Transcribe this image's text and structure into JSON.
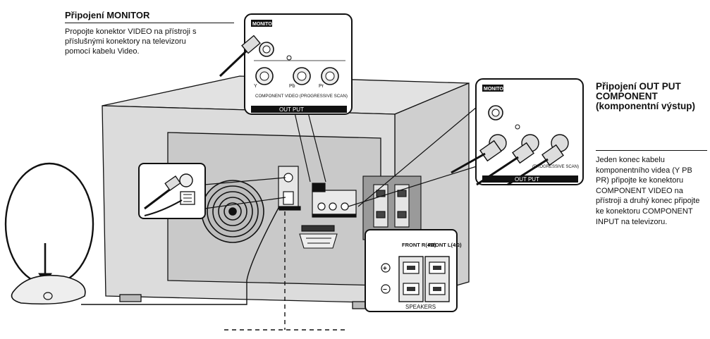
{
  "monitor_section": {
    "title": "Připojení MONITOR",
    "text": "Propojte konektor VIDEO na přístroji s příslušnými konektory na televizoru pomocí kabelu Video."
  },
  "component_section": {
    "title": "Připojení OUT PUT COMPONENT (komponentní výstup)",
    "text": "Jeden konec kabelu komponentního videa (Y PB PR) připojte ke konektoru COMPONENT VIDEO na přístroji a druhý konec připojte ke konektoru COMPONENT INPUT na televizoru."
  },
  "callout_top": {
    "monitor_label": "MONITOR",
    "jack_labels": [
      "Y",
      "Pb",
      "Pr"
    ],
    "component_label": "COMPONENT VIDEO (PROGRESSIVE SCAN)",
    "output_label": "OUT PUT"
  },
  "callout_right": {
    "monitor_label": "MONITOR",
    "component_label": "(PROGRESSIVE SCAN)",
    "output_label": "OUT PUT"
  },
  "speaker_callout": {
    "front_right": "FRONT R(4Ω)",
    "front_left": "FRONT L(4Ω)",
    "plus": "+",
    "minus": "−",
    "speakers_label": "SPEAKERS"
  },
  "colors": {
    "line": "#111111",
    "device_body": "#d9d9d9",
    "device_panel": "#c6c6c6",
    "callout_bg": "#ffffff"
  }
}
